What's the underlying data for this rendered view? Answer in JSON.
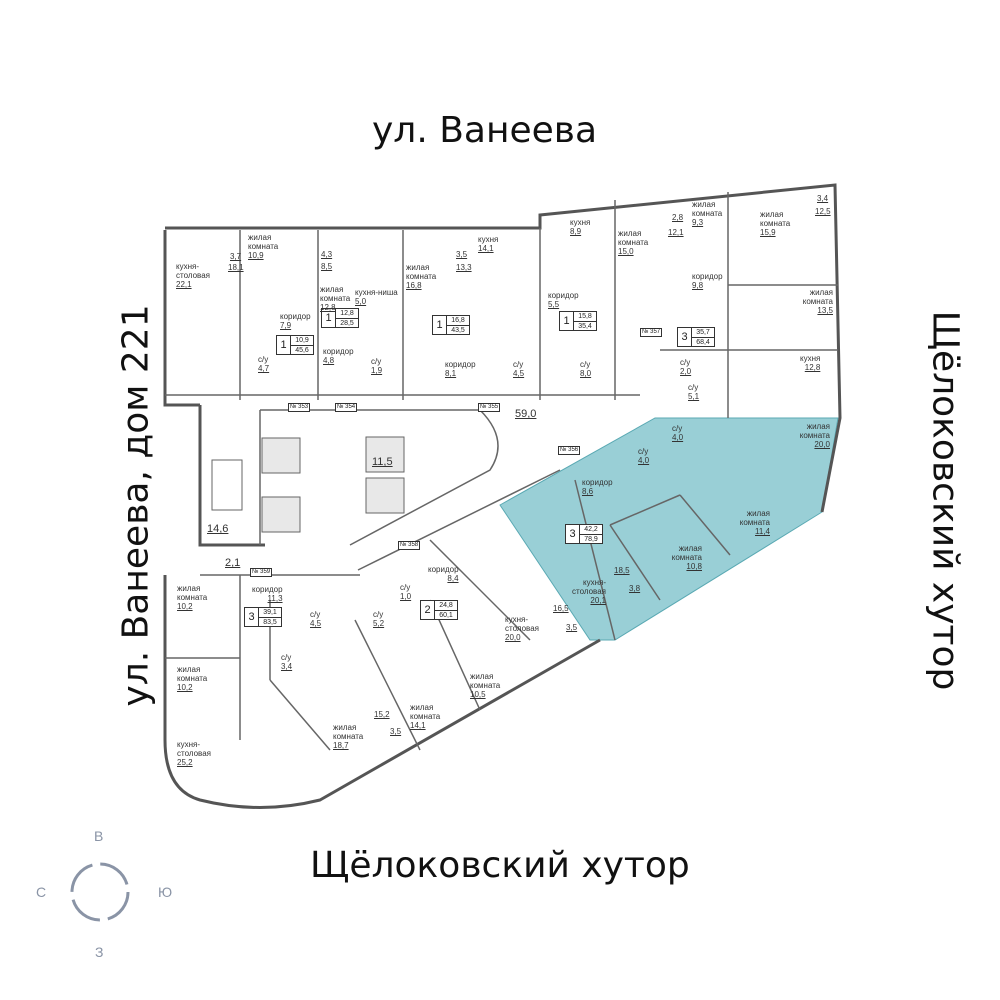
{
  "streets": {
    "top": "ул. Ванеева",
    "left": "ул. Ванеева, дом 221",
    "right": "Щёлоковский хутор",
    "bottom": "Щёлоковский хутор"
  },
  "compass": {
    "north": "В",
    "east": "Ю",
    "south": "З",
    "west": "С"
  },
  "highlight_color": "#7fc3cc",
  "apartments": [
    {
      "rooms": "1",
      "living": "10,9",
      "total": "45,6"
    },
    {
      "rooms": "1",
      "living": "12,8",
      "total": "28,5"
    },
    {
      "rooms": "1",
      "living": "16,8",
      "total": "43,5"
    },
    {
      "rooms": "1",
      "living": "15,8",
      "total": "35,4"
    },
    {
      "rooms": "3",
      "living": "35,7",
      "total": "68,4"
    },
    {
      "rooms": "3",
      "living": "42,2",
      "total": "78,9"
    },
    {
      "rooms": "2",
      "living": "24,8",
      "total": "60,1"
    },
    {
      "rooms": "3",
      "living": "39,1",
      "total": "83,5"
    }
  ],
  "rooms": [
    {
      "name": "кухня-столовая",
      "area": "22,1"
    },
    {
      "name": "жилая комната",
      "area": "10,9"
    },
    {
      "name": "коридор",
      "area": "7,9"
    },
    {
      "name": "с/у",
      "area": "4,7"
    },
    {
      "name": "жилая комната",
      "area": "12,8"
    },
    {
      "name": "кухня-ниша",
      "area": "5,0"
    },
    {
      "name": "коридор",
      "area": "4,8"
    },
    {
      "name": "с/у",
      "area": "1,9"
    },
    {
      "name": "жилая комната",
      "area": "16,8"
    },
    {
      "name": "кухня",
      "area": "14,1"
    },
    {
      "name": "коридор",
      "area": "8,1"
    },
    {
      "name": "с/у",
      "area": "4,5"
    },
    {
      "name": "кухня",
      "area": "8,9"
    },
    {
      "name": "жилая комната",
      "area": "15,0"
    },
    {
      "name": "коридор",
      "area": "5,5"
    },
    {
      "name": "с/у",
      "area": "8,0"
    },
    {
      "name": "жилая комната",
      "area": "9,3"
    },
    {
      "name": "жилая комната",
      "area": "15,9"
    },
    {
      "name": "коридор",
      "area": "9,8"
    },
    {
      "name": "жилая комната",
      "area": "13,5"
    },
    {
      "name": "кухня",
      "area": "12,8"
    },
    {
      "name": "с/у",
      "area": "2,0"
    },
    {
      "name": "с/у",
      "area": "5,1"
    },
    {
      "name": "с/у",
      "area": "4,0"
    },
    {
      "name": "с/у",
      "area": "4,0"
    },
    {
      "name": "коридор",
      "area": "8,6"
    },
    {
      "name": "жилая комната",
      "area": "20,0"
    },
    {
      "name": "жилая комната",
      "area": "11,4"
    },
    {
      "name": "жилая комната",
      "area": "10,8"
    },
    {
      "name": "кухня-столовая",
      "area": "20,1"
    },
    {
      "name": "коридор",
      "area": "8,4"
    },
    {
      "name": "с/у",
      "area": "1,0"
    },
    {
      "name": "кухня-столовая",
      "area": "20,0"
    },
    {
      "name": "жилая комната",
      "area": "10,5"
    },
    {
      "name": "жилая комната",
      "area": "14,1"
    },
    {
      "name": "жилая комната",
      "area": "18,7"
    },
    {
      "name": "с/у",
      "area": "5,2"
    },
    {
      "name": "жилая комната",
      "area": "10,2"
    },
    {
      "name": "жилая комната",
      "area": "10,2"
    },
    {
      "name": "кухня-столовая",
      "area": "25,2"
    },
    {
      "name": "коридор",
      "area": "11,3"
    },
    {
      "name": "с/у",
      "area": "4,5"
    },
    {
      "name": "с/у",
      "area": "3,4"
    }
  ],
  "sub_areas": [
    "3,7",
    "18,1",
    "4,3",
    "8,5",
    "3,5",
    "13,3",
    "2,8",
    "12,1",
    "3,4",
    "12,5",
    "18,5",
    "3,8",
    "16,5",
    "3,5",
    "15,2",
    "3,5"
  ],
  "common_areas": [
    "59,0",
    "11,5",
    "14,6",
    "2,1"
  ],
  "doors": [
    "№ 353",
    "№ 354",
    "№ 355",
    "№ 356",
    "№ 357",
    "№ 358",
    "№ 359"
  ]
}
